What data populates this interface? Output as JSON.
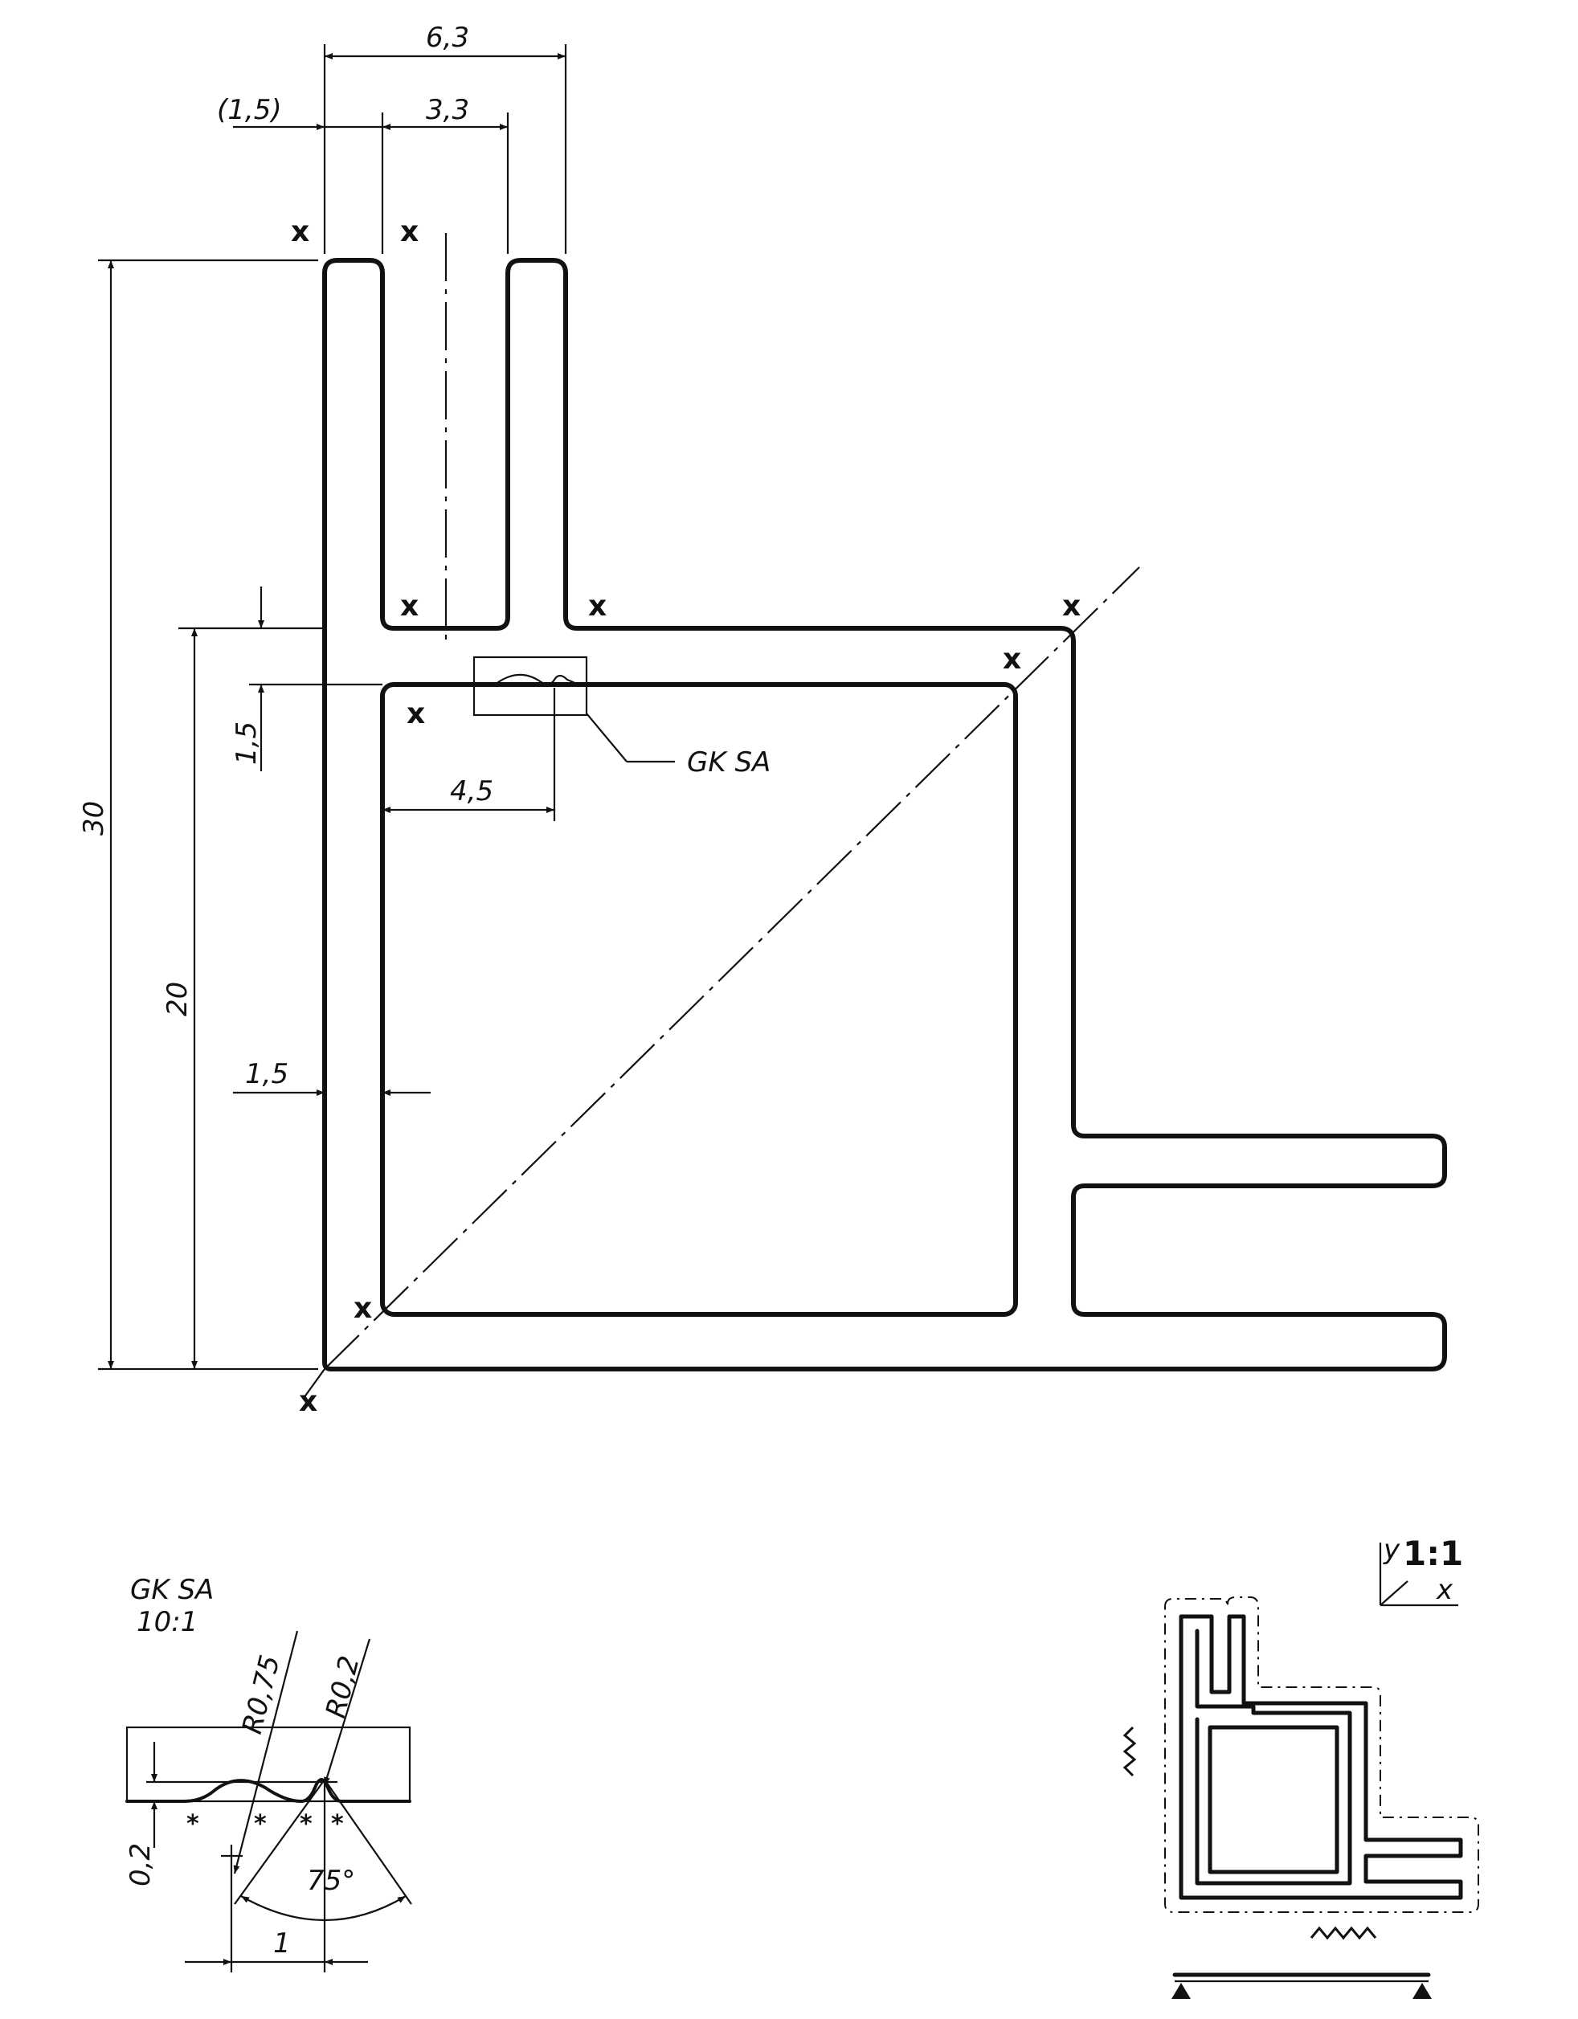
{
  "dimensions": {
    "top_width": "6,3",
    "top_offset": "(1,5)",
    "slot_width": "3,3",
    "total_height": "30",
    "box_height": "20",
    "wall_thickness_top": "1,5",
    "wall_thickness_left": "1,5",
    "detail_position": "4,5"
  },
  "marks": {
    "corner": "x"
  },
  "detail_callout": "GK SA",
  "detail_view": {
    "title": "GK SA",
    "scale": "10:1",
    "radius_large": "R0,75",
    "radius_small": "R0,2",
    "height": "0,2",
    "pitch": "1",
    "angle": "75°",
    "feature_mark": "*"
  },
  "thumbnail": {
    "scale": "1:1",
    "axis_y": "y",
    "axis_x": "x"
  }
}
